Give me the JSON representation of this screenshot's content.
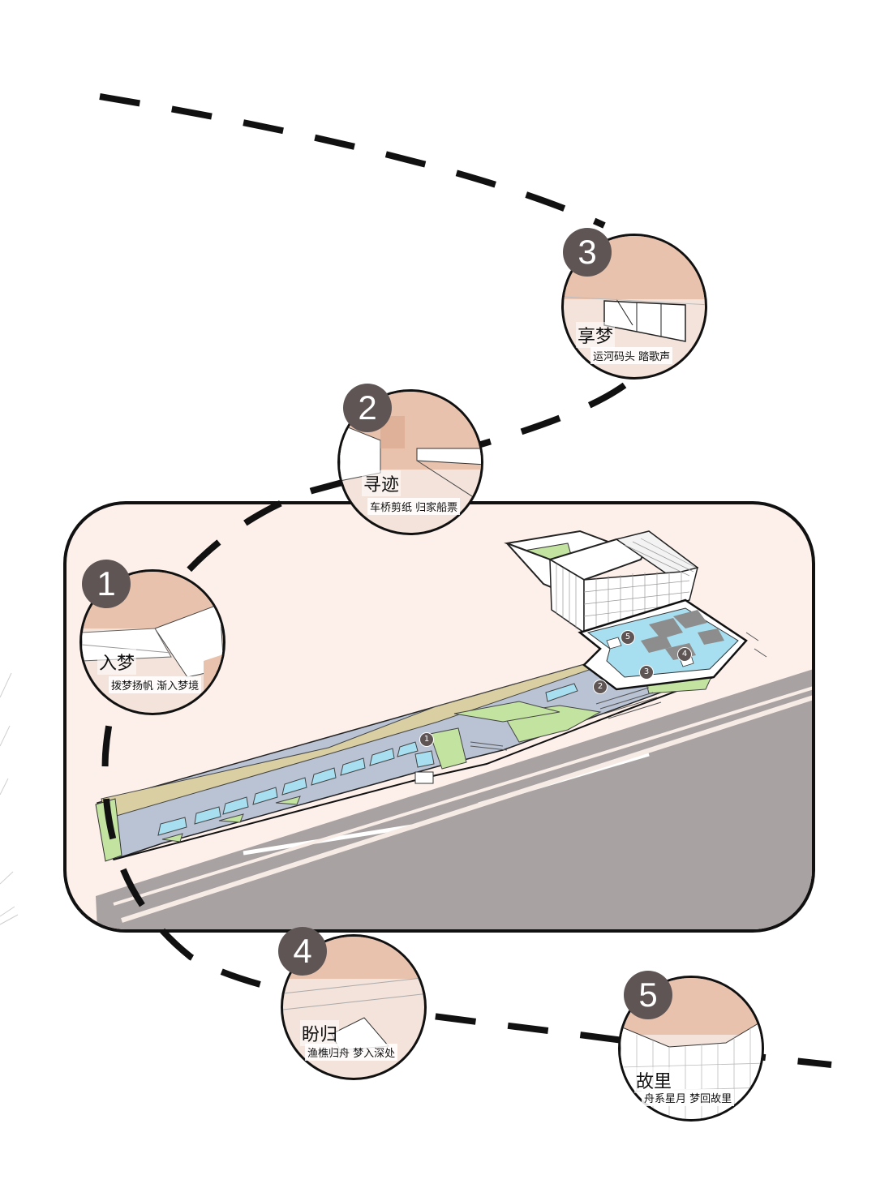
{
  "stops": [
    {
      "number": "1",
      "title": "入梦",
      "subtitle": "拨梦扬帆  渐入梦境"
    },
    {
      "number": "2",
      "title": "寻迹",
      "subtitle": "车桥剪纸  归家船票"
    },
    {
      "number": "3",
      "title": "享梦",
      "subtitle": "运河码头    踏歌声"
    },
    {
      "number": "4",
      "title": "盼归",
      "subtitle": "渔樵归舟  梦入深处"
    },
    {
      "number": "5",
      "title": "故里",
      "subtitle": "舟系星月  梦回故里"
    }
  ],
  "site_markers": [
    "1",
    "2",
    "3",
    "4",
    "5"
  ],
  "colors": {
    "frame_fill": "#fdf0ea",
    "road": "#a9a2a2",
    "plaza": "#b9c3d4",
    "water": "#a8dff0",
    "grass": "#c3e3a0",
    "wall": "#d9cfa3",
    "vignette_sky": "#e9c2ad",
    "number_badge": "#5e5554"
  }
}
